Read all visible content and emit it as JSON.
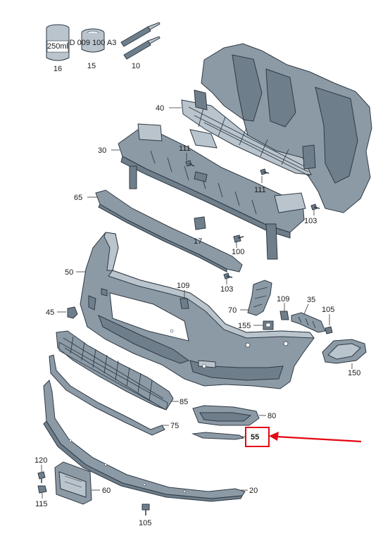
{
  "labels": {
    "p16": "16",
    "p15": "15",
    "p10": "10",
    "p40": "40",
    "p30": "30",
    "p111a": "111",
    "p111b": "111",
    "p65": "65",
    "p103a": "103",
    "p17": "17",
    "p100": "100",
    "p103b": "103",
    "p50": "50",
    "p109a": "109",
    "p70": "70",
    "p109b": "109",
    "p35": "35",
    "p105a": "105",
    "p45": "45",
    "p155": "155",
    "p150": "150",
    "p85": "85",
    "p80": "80",
    "p75": "75",
    "p55": "55",
    "p120": "120",
    "p60": "60",
    "p20": "20",
    "p115": "115",
    "p105b": "105"
  },
  "can_label": "250ml",
  "tin_label": "D 009 100 A3",
  "colors": {
    "highlight": "#e30613",
    "part": "#8c9aa6"
  }
}
